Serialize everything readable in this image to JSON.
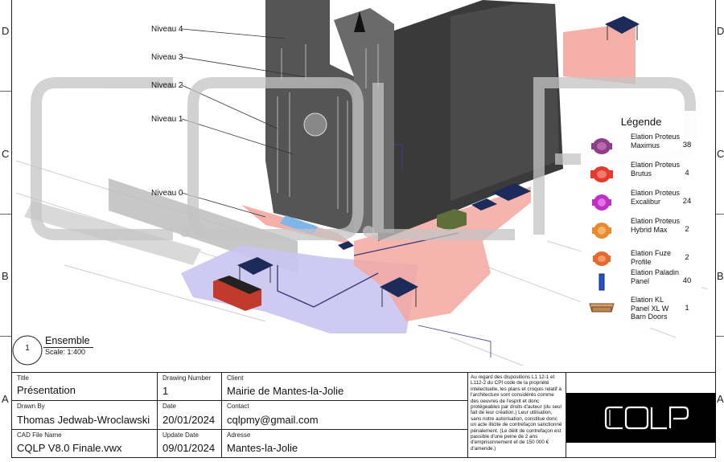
{
  "grid": {
    "row_letters": [
      "D",
      "C",
      "B",
      "A"
    ]
  },
  "drawing": {
    "levels": [
      "Niveau 4",
      "Niveau 3",
      "Niveau 2",
      "Niveau 1",
      "Niveau 0"
    ],
    "watermark": "CQLP"
  },
  "legend": {
    "title": "Légende",
    "items": [
      {
        "name": "Elation Proteus Maximus",
        "count": "38",
        "icon": "moving-head-fixture-icon",
        "color": "#8e3f87"
      },
      {
        "name": "Elation Proteus Brutus",
        "count": "4",
        "icon": "moving-head-fixture-icon",
        "color": "#e53a2c"
      },
      {
        "name": "Elation Proteus Excalibur",
        "count": "24",
        "icon": "moving-head-fixture-icon",
        "color": "#c22fc7"
      },
      {
        "name": "Elation Proteus Hybrid Max",
        "count": "2",
        "icon": "moving-head-fixture-icon",
        "color": "#e8892e"
      },
      {
        "name": "Elation Fuze Profile",
        "count": "2",
        "icon": "profile-fixture-icon",
        "color": "#e8692e"
      },
      {
        "name": "Elation Paladin Panel",
        "count": "40",
        "icon": "panel-fixture-icon",
        "color": "#2452c9"
      },
      {
        "name": "Elation KL Panel XL W Barn Doors",
        "count": "1",
        "icon": "barn-door-panel-icon",
        "color": "#d9a06a"
      }
    ]
  },
  "scale_block": {
    "number": "1",
    "title": "Ensemble",
    "scale": "Scale: 1:400"
  },
  "title_block": {
    "title_label": "Title",
    "title_value": "Présentation",
    "drawing_number_label": "Drawing Number",
    "drawing_number_value": "1",
    "client_label": "Client",
    "client_value": "Mairie de Mantes-la-Jolie",
    "drawn_by_label": "Drawn By",
    "drawn_by_value": "Thomas Jedwab-Wroclawski",
    "date_label": "Date",
    "date_value": "20/01/2024",
    "contact_label": "Contact",
    "contact_value": "cqlpmy@gmail.com",
    "cad_file_label": "CAD File Name",
    "cad_file_value": "CQLP V8.0 Finale.vwx",
    "update_date_label": "Update Date",
    "update_date_value": "09/01/2024",
    "address_label": "Adresse",
    "address_value": "Mantes-la-Jolie",
    "notice": "Au regard des dispositions L1 12-1 et L112-2 du CPI code de la propriété intelectuelle, les plans et croquis relatif à l'architecture sont considérés comme des oeuvres de l'esprit et donc protégeables par droits d'auteur (du seul fait de leur création.) Leur utilisation, sans notre autorisation, constitue donc un acte illicite de contrefaçon sanctionné pénalement. (Le délit de contrefaçon est passible d'une peine de 2 ans d'emprisonnement et de 150 000 € d'amende.)",
    "logo_text": "CQLP"
  },
  "colors": {
    "plaza_lavender": "#c9c4f0",
    "plaza_pink": "#f3a79f",
    "building_dark": "#3a3a3a",
    "logo_background": "#000000"
  }
}
